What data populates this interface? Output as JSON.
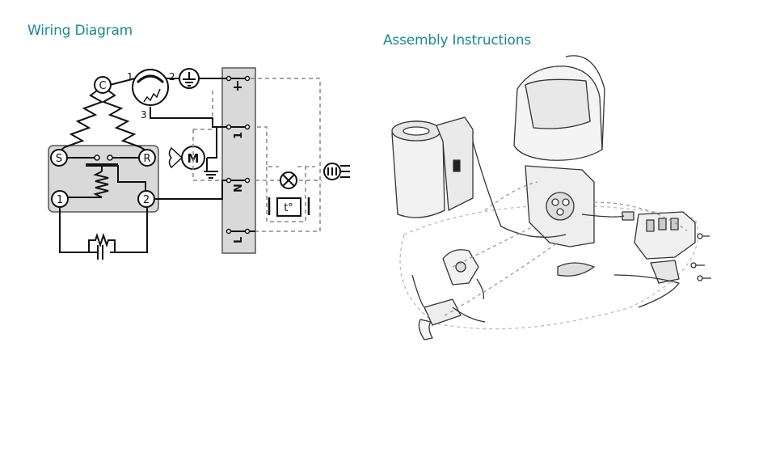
{
  "wiring": {
    "title": "Wiring Diagram",
    "compressor": {
      "common": "C",
      "start": "S",
      "run": "R",
      "relay_in": "1",
      "relay_out": "2"
    },
    "protector": {
      "pin1": "1",
      "pin2": "2",
      "pin3": "3"
    },
    "fan_motor": "M",
    "terminal_block": {
      "t1": "1",
      "n": "N",
      "l": "L"
    },
    "thermostat": "t°",
    "colors": {
      "panel": "#d9d9d9",
      "wire": "#111111",
      "dashed": "#888888"
    }
  },
  "assembly": {
    "title": "Assembly Instructions"
  },
  "brand_color": "#1a8a8f"
}
